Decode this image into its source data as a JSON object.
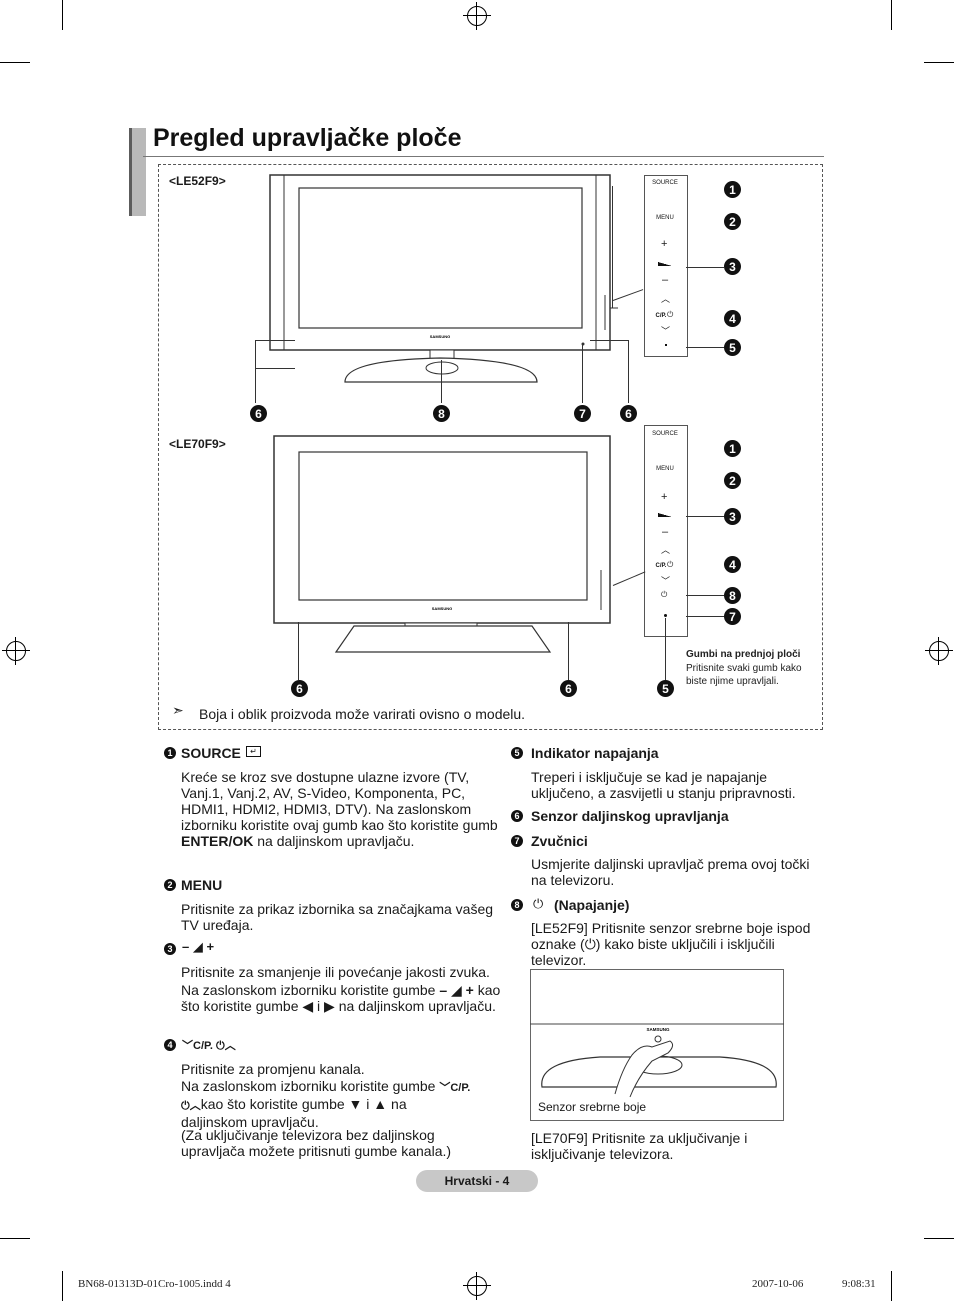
{
  "page": {
    "title": "Pregled upravljačke ploče",
    "model_a": "<LE52F9>",
    "model_b": "<LE70F9>",
    "note": "Boja i oblik proizvoda može varirati ovisno o modelu.",
    "brand": "SAMSUNG",
    "panel_caption_title": "Gumbi na prednjoj ploči",
    "panel_caption_body": "Pritisnite svaki gumb kako biste njime upravljali.",
    "panel_labels": {
      "source": "SOURCE",
      "menu": "MENU",
      "cp": "C/P."
    },
    "callouts": [
      "1",
      "2",
      "3",
      "4",
      "5",
      "6",
      "7",
      "8"
    ]
  },
  "items": {
    "i1": {
      "num": "1",
      "title": "SOURCE",
      "text": "Kreće se kroz sve dostupne ulazne izvore (TV, Vanj.1, Vanj.2, AV, S-Video, Komponenta, PC, HDMI1, HDMI2, HDMI3, DTV). Na zaslonskom izborniku koristite ovaj gumb kao što koristite gumb",
      "bold": "ENTER/OK",
      "text_end": "na daljinskom upravljaču."
    },
    "i2": {
      "num": "2",
      "title": "MENU",
      "text": "Pritisnite za prikaz izbornika sa značajkama vašeg TV uređaja."
    },
    "i3": {
      "num": "3",
      "text1": "Pritisnite za smanjenje ili povećanje jakosti zvuka.",
      "text2a": "Na zaslonskom izborniku koristite gumbe",
      "text2b": "kao što koristite gumbe ◀ i ▶ na daljinskom upravljaču."
    },
    "i4": {
      "num": "4",
      "cp": "C/P.",
      "text1": "Pritisnite za promjenu kanala.",
      "text2a": "Na zaslonskom izborniku koristite gumbe",
      "text2b": "kao što koristite gumbe ▼ i ▲ na daljinskom upravljaču.",
      "text3": "(Za uključivanje televizora bez daljinskog upravljača možete pritisnuti gumbe kanala.)"
    },
    "i5": {
      "num": "5",
      "title": "Indikator napajanja",
      "text": "Treperi i isključuje se kad je napajanje uključeno, a zasvijetli u stanju pripravnosti."
    },
    "i6": {
      "num": "6",
      "title": "Senzor daljinskog upravljanja"
    },
    "i7": {
      "num": "7",
      "title": "Zvučnici",
      "text": "Usmjerite daljinski upravljač prema ovoj točki na televizoru."
    },
    "i8": {
      "num": "8",
      "title": "(Napajanje)",
      "text_a": "[LE52F9] Pritisnite senzor srebrne boje ispod oznake (",
      "text_b": ") kako biste uključili i isključili televizor.",
      "caption": "Senzor srebrne boje",
      "text_le70": "[LE70F9] Pritisnite za uključivanje i isključivanje televizora."
    }
  },
  "footer": {
    "page_label": "Hrvatski - 4",
    "file": "BN68-01313D-01Cro-1005.indd   4",
    "date": "2007-10-06",
    "time": "9:08:31"
  }
}
